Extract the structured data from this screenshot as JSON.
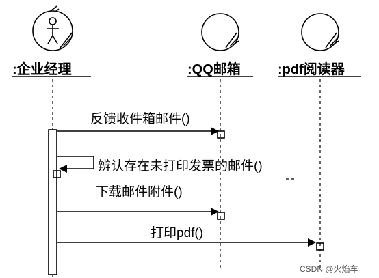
{
  "participants": [
    {
      "label": ":企业经理",
      "type": "actor-controller"
    },
    {
      "label": ":QQ邮箱",
      "type": "entity"
    },
    {
      "label": ":pdf阅读器",
      "type": "entity"
    }
  ],
  "messages": [
    {
      "label": "反馈收件箱邮件()",
      "from": 0,
      "to": 1
    },
    {
      "label": "辨认存在未打印发票的邮件()",
      "from": 0,
      "to": 0
    },
    {
      "label": "下载邮件附件()",
      "from": 0,
      "to": 1
    },
    {
      "label": "打印pdf()",
      "from": 0,
      "to": 2
    }
  ],
  "watermark": "CSDN @火焰车"
}
